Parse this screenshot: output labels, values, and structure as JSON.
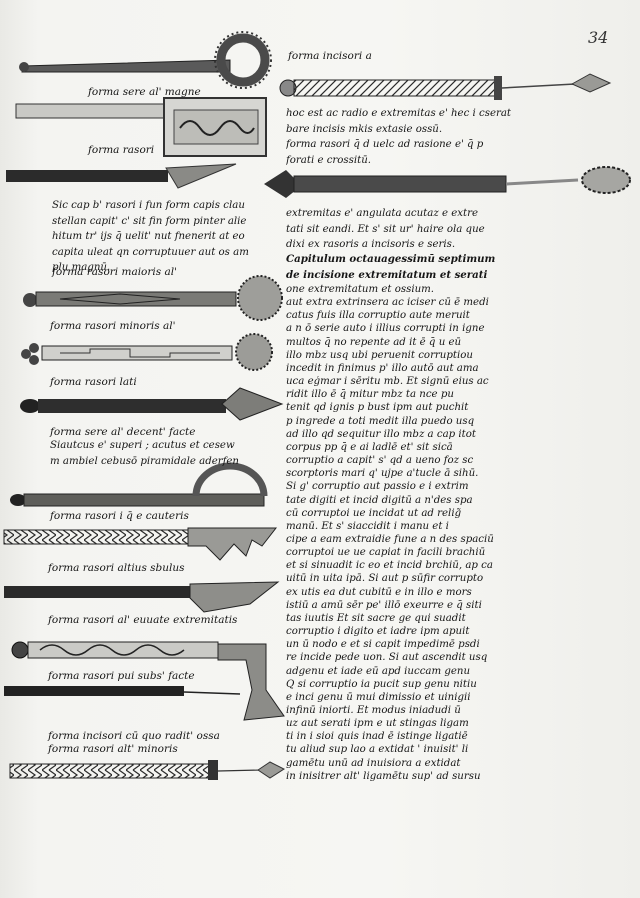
{
  "folio": "34",
  "left_captions": [
    "forma sere al' magne",
    "forma rasori",
    "forma rasori maioris al'",
    "forma rasori minoris al'",
    "forma rasori lati",
    "forma sere al' decent' facte",
    "forma rasori i q̄ e cauteris",
    "forma rasori altius sbulus",
    "forma rasori al' euuate extremitatis",
    "forma rasori pui subs' facte",
    "forma incisori cū quo radit' ossa",
    "forma rasori alt' minoris"
  ],
  "left_paragraph": [
    "Sic cap b' rasori i fun form capis clau",
    "stellan capit' c' sit fin form pinter alie",
    "hitum tr' ijs q̄ uelit' nut fnenerit at eo",
    "capita uleat qn corruptuuer aut os am",
    "plu magnū."
  ],
  "left_paragraph_2": [
    "Siautcus e' superi ; acutus et cesew",
    "m ambiel cebusō piramidale aderfen"
  ],
  "right_top_caption": "forma incisori a",
  "right_lines_1": [
    "hoc est ac radio e extremitas e' hec i cserat",
    "bare incisis mkis extasie ossū.",
    "forma rasori q̄ d uelc ad rasione e' q̄ p",
    "forati e crossitū."
  ],
  "right_lines_2": [
    "extremitas e' angulata acutaz e extre",
    "tati sit eandi. Et s' sit ur' haire ola que",
    "dixi ex rasoris a incisoris e seris."
  ],
  "chapter_rubric": [
    "Capitulum octauagessimū septimum",
    "de incisione extremitatum et serati"
  ],
  "right_lines_3": [
    "one extremitatum et ossium.",
    "aut extra extrinsera ac iciser cū ē medi",
    "catus fuis illa corruptio aute meruit",
    "a n ō serie auto i illius corrupti in igne",
    "multos q̄ no repente ad it ē q̄ u eū",
    "illo mbz usq ubi peruenit corruptiou",
    "incedit in finimus p' illo autō aut ama",
    "uca eģmar i sēritu mb. Et signū eius ac",
    "ridit illo ē q̄ mitur mbz ta nce pu",
    "tenit qd ignis p bust ipm aut puchit",
    "p ingrede a toti medit illa puedo usq",
    "ad illo qd sequitur illo mbz a cap itot",
    "corpus pp q̄ e ai ladlē et' sit sicā",
    "corruptio a capit' s' qd a ueno foz sc",
    "scorptoris mari q' ujpe a'tucle ā sihū.",
    "Si g' corruptio aut passio e i extrim",
    "tate digiti et incid digitū a n'des spa",
    "cū corruptoi ue incidat ut ad relig̃",
    "manū. Et s' siaccidit i manu et i",
    "cipe a eam extraidie fune a n des spaciū",
    "corruptoi ue ue capiat in facili brachiū",
    "et si sinuadit ic eo et incid brchiū, ap ca",
    "uitū in uita ipā. Si aut p sūfir corrupto",
    "ex utis ea dut cubitū e in illo e mors",
    "istiū a amū sēr pe' illō exeurre e q̄ siti",
    "tas iuutis Et sit sacre ge qui suadit",
    "corruptio i digito et iadre ipm apuit",
    "un ū nodo e et si capit impedimē psdi",
    "re incide pede uon. Si aut ascendit usq",
    "adgenu et iade eū apd iuccam genu",
    "Q si corruptio ia pucit sup genu nitiu",
    "e inci genu ū mui dimissio et uinigii",
    "infinū iniorti. Et modus iniadudi ū",
    "uz aut serati ipm e ut stingas ligam",
    "ti in i sioi quis inad ē istinge ligatiē",
    "tu aliud sup lao a extidat ' inuisit' li",
    "gamētu unū ad inuisiora a extidat",
    "in inisitrer alt' ligamētu sup' ad sursu"
  ]
}
